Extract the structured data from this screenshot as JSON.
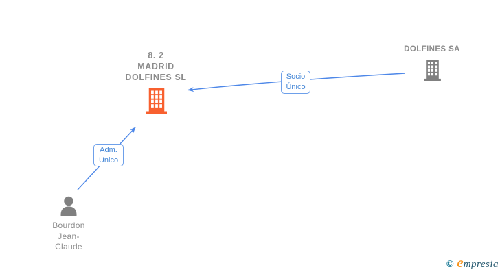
{
  "diagram": {
    "nodes": {
      "center_company": {
        "line1": "8. 2",
        "line2": "MADRID",
        "line3": "DOLFINES SL",
        "icon": "building-icon",
        "icon_color": "#f8602f"
      },
      "parent_company": {
        "label": "DOLFINES SA",
        "icon": "building-icon",
        "icon_color": "#808080"
      },
      "person": {
        "line1": "Bourdon",
        "line2": "Jean-",
        "line3": "Claude",
        "icon": "person-icon",
        "icon_color": "#808080"
      }
    },
    "edges": {
      "socio_unico": {
        "line1": "Socio",
        "line2": "Único",
        "from": "DOLFINES SA",
        "to": "8. 2 MADRID DOLFINES SL"
      },
      "adm_unico": {
        "line1": "Adm.",
        "line2": "Unico",
        "from": "Bourdon Jean-Claude",
        "to": "8. 2 MADRID DOLFINES SL"
      }
    },
    "colors": {
      "edge_blue": "#4d87e8",
      "box_border_blue": "#6ea0ea",
      "box_text_blue": "#4285d6",
      "node_text_gray": "#8c8c8c",
      "icon_gray": "#808080",
      "accent_orange": "#f8602f"
    }
  },
  "footer": {
    "copyright_symbol": "©",
    "brand_initial": "e",
    "brand_rest": "mpresia",
    "copyright_color": "#1f7d99",
    "brand_initial_color": "#f7941d",
    "brand_rest_color": "#26596f"
  }
}
